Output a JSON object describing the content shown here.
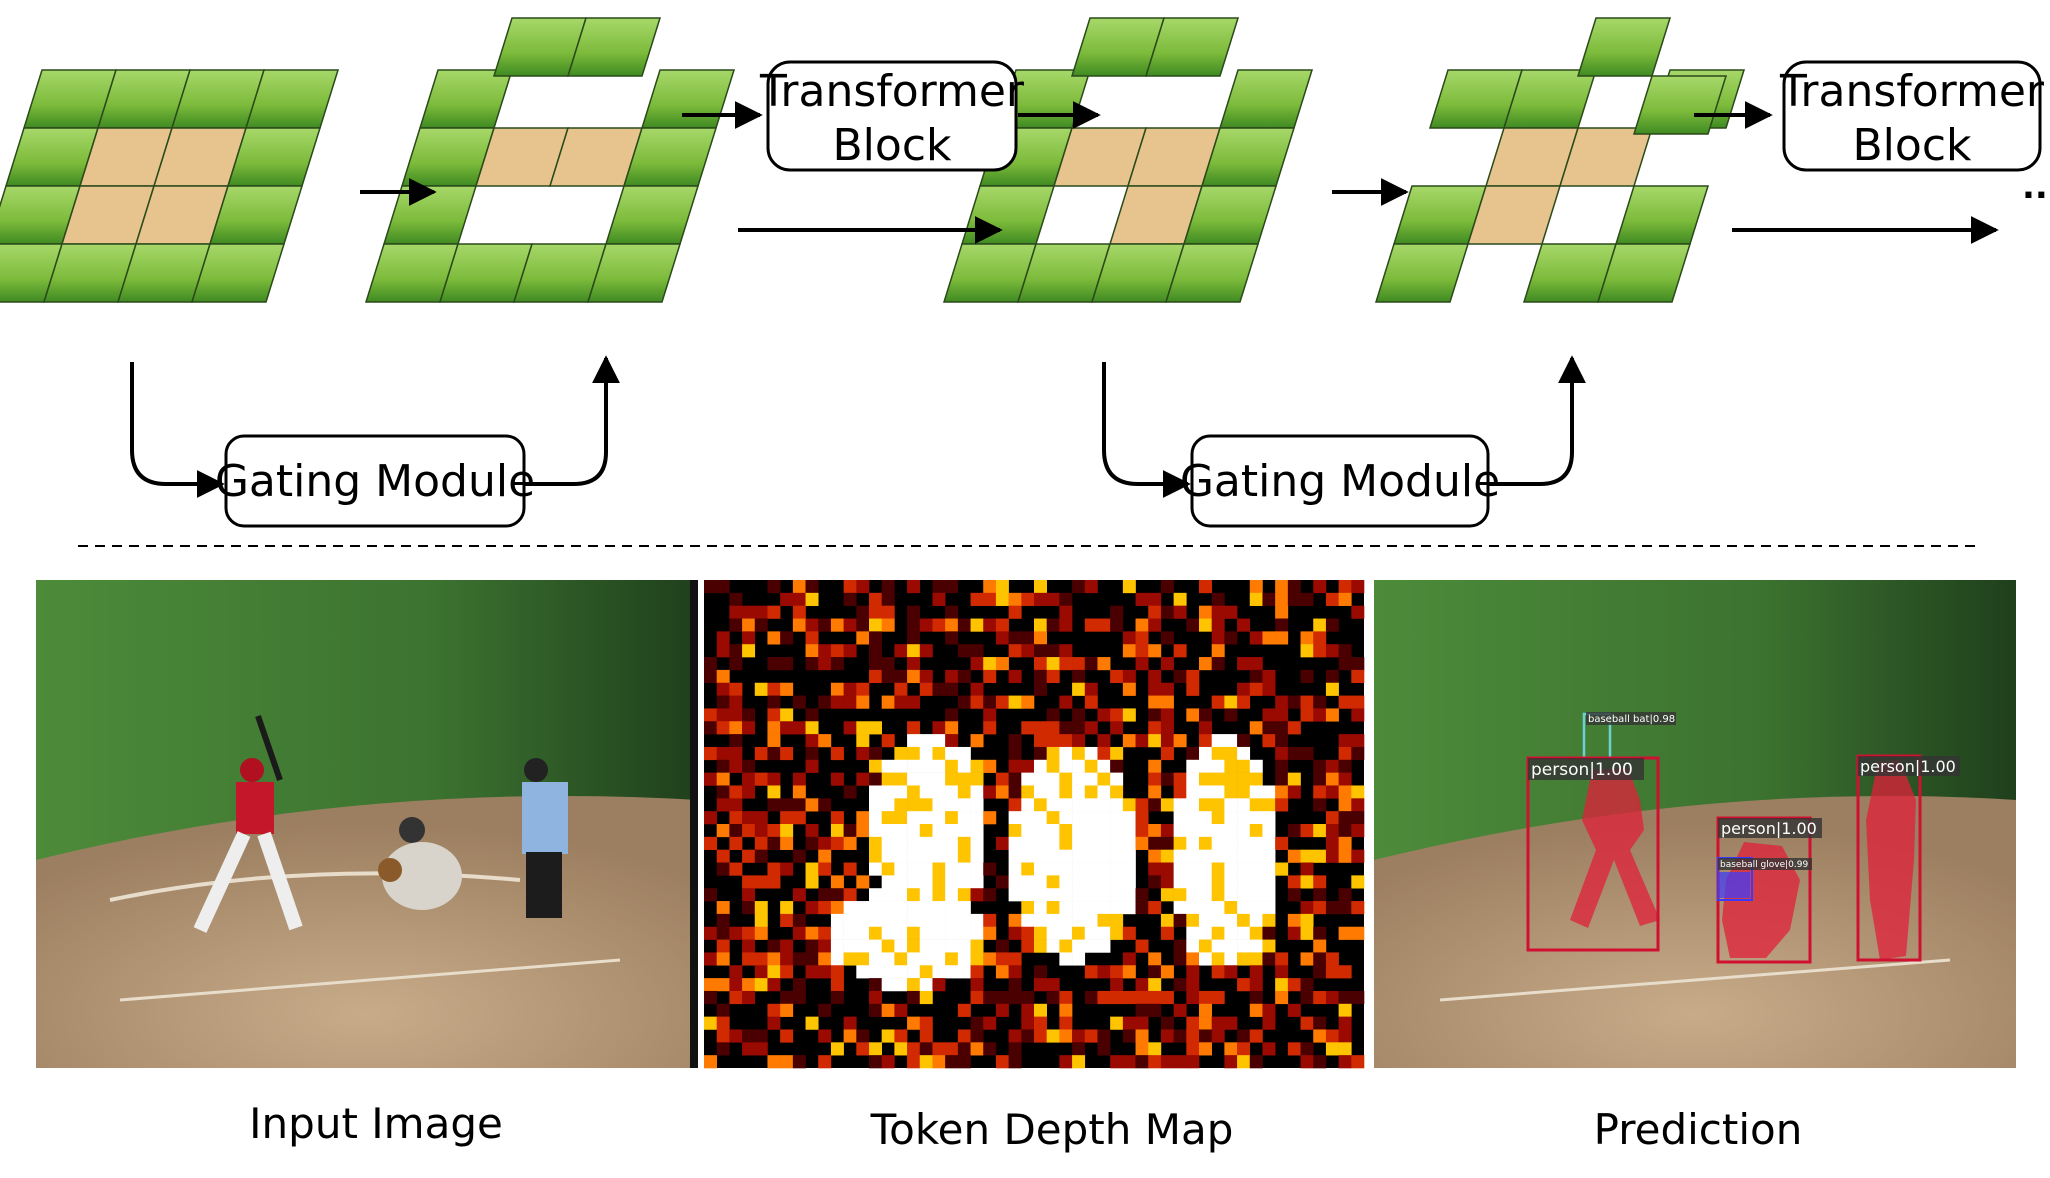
{
  "pipeline": {
    "transformer_block_1": {
      "line1": "Transformer",
      "line2": "Block"
    },
    "transformer_block_2": {
      "line1": "Transformer",
      "line2": "Block"
    },
    "gating_module_1": "Gating Module",
    "gating_module_2": "Gating Module",
    "continuation": "..."
  },
  "panels": {
    "input_caption": "Input Image",
    "depth_caption": "Token Depth Map",
    "prediction_caption": "Prediction"
  },
  "detections": [
    {
      "label": "baseball bat|0.98"
    },
    {
      "label": "person|1.00"
    },
    {
      "label": "person|1.00"
    },
    {
      "label": "person|1.00"
    },
    {
      "label": "baseball glove|0.99"
    }
  ],
  "colors": {
    "grass_light": "#8cc63f",
    "grass_dark": "#3f8a22",
    "field_green": "#3f7a34",
    "dirt": "#b89a78",
    "mask_red": "#e0203a",
    "bat_cyan": "#6fd0d0",
    "glove_blue": "#3a3aff",
    "heat_dark": "#2a0000",
    "heat_white": "#ffffff"
  }
}
